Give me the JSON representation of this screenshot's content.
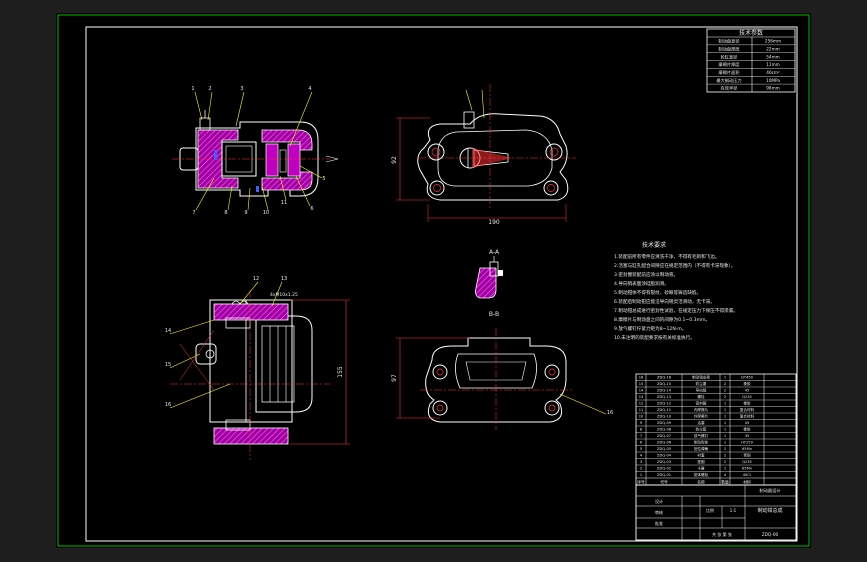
{
  "colors": {
    "background": "#1e1e1e",
    "paper": "#000000",
    "frame": "#ffffff",
    "outer_border": "#00c000",
    "part_outline": "#ffffff",
    "section_fill": "#c000c0",
    "dimension": "#ff3030",
    "leader": "#ffff00",
    "accent_blue": "#4060ff",
    "hatch": "#e040e0"
  },
  "icons": {
    "bolt": "bolt-icon",
    "piston": "piston-icon",
    "caliper_body": "caliper-body-icon"
  },
  "drawing": {
    "dimensions": {
      "front_width": "190",
      "front_height": "92",
      "top_height": "97",
      "side_height": "155"
    },
    "section_labels": {
      "section_a": "A-A",
      "section_b": "B-B"
    },
    "balloons": [
      "1",
      "2",
      "3",
      "4",
      "5",
      "6",
      "7",
      "8",
      "9",
      "10",
      "11",
      "12",
      "13",
      "14",
      "15",
      "16"
    ],
    "side_view_note": "4xM10x1.25"
  },
  "tech_requirements": {
    "title": "技术要求",
    "lines": [
      "1.装配前所有零件应清洗干净，不得有毛刺和飞边。",
      "2.活塞与缸孔配合间隙应在规定范围内（不得有卡滞现象）。",
      "3.密封圈装配前应涂以制动液。",
      "4.导向销表面涂硅脂润滑。",
      "5.制动钳体不得有裂纹、砂眼等铸造缺陷。",
      "6.装配后制动钳应能沿导向销灵活滑动，无卡滞。",
      "7.制动钳总成进行密封性试验，在规定压力下保压不得渗漏。",
      "8.摩擦片与制动盘之间的间隙为0.1~0.3mm。",
      "9.放气螺钉拧紧力矩为8~12N·m。",
      "10.未注明的装配要求按有关标准执行。"
    ]
  },
  "tech_specs": {
    "title": "技术参数",
    "rows": [
      {
        "name": "制动盘直径",
        "value": "256mm"
      },
      {
        "name": "制动盘厚度",
        "value": "22mm"
      },
      {
        "name": "轮缸直径",
        "value": "54mm"
      },
      {
        "name": "摩擦片厚度",
        "value": "11mm"
      },
      {
        "name": "摩擦片面积",
        "value": "46cm²"
      },
      {
        "name": "最大制动压力",
        "value": "10MPa"
      },
      {
        "name": "有效半径",
        "value": "98mm"
      }
    ]
  },
  "bom": {
    "header": {
      "no": "序号",
      "code": "代号",
      "name": "名称",
      "qty": "数量",
      "material": "材料"
    },
    "rows": [
      {
        "no": "16",
        "code": "ZDQ-16",
        "name": "制动钳支架",
        "qty": "1",
        "material": "QT450"
      },
      {
        "no": "15",
        "code": "ZDQ-15",
        "name": "防尘罩",
        "qty": "2",
        "material": "橡胶"
      },
      {
        "no": "14",
        "code": "ZDQ-14",
        "name": "导向销",
        "qty": "2",
        "material": "45"
      },
      {
        "no": "13",
        "code": "ZDQ-13",
        "name": "螺栓",
        "qty": "2",
        "material": "Q235"
      },
      {
        "no": "12",
        "code": "ZDQ-12",
        "name": "密封圈",
        "qty": "1",
        "material": "橡胶"
      },
      {
        "no": "11",
        "code": "ZDQ-11",
        "name": "内摩擦片",
        "qty": "1",
        "material": "复合材料"
      },
      {
        "no": "10",
        "code": "ZDQ-10",
        "name": "外摩擦片",
        "qty": "1",
        "material": "复合材料"
      },
      {
        "no": "9",
        "code": "ZDQ-09",
        "name": "活塞",
        "qty": "1",
        "material": "45"
      },
      {
        "no": "8",
        "code": "ZDQ-08",
        "name": "防尘套",
        "qty": "1",
        "material": "橡胶"
      },
      {
        "no": "7",
        "code": "ZDQ-07",
        "name": "放气螺钉",
        "qty": "1",
        "material": "35"
      },
      {
        "no": "6",
        "code": "ZDQ-06",
        "name": "制动钳体",
        "qty": "1",
        "material": "HT250"
      },
      {
        "no": "5",
        "code": "ZDQ-05",
        "name": "回位弹簧",
        "qty": "2",
        "material": "65Mn"
      },
      {
        "no": "4",
        "code": "ZDQ-04",
        "name": "衬套",
        "qty": "2",
        "material": "青铜"
      },
      {
        "no": "3",
        "code": "ZDQ-03",
        "name": "垫圈",
        "qty": "2",
        "material": "Q235"
      },
      {
        "no": "2",
        "code": "ZDQ-02",
        "name": "卡簧",
        "qty": "1",
        "material": "65Mn"
      },
      {
        "no": "1",
        "code": "ZDQ-01",
        "name": "钳体螺栓",
        "qty": "4",
        "material": "40Cr"
      }
    ]
  },
  "title_block": {
    "drawing_title": "制动钳总成",
    "drawing_number": "ZDQ-00",
    "scale_label": "比例",
    "scale_value": "1:1",
    "sheet_label": "共 张 第 张",
    "designer_label": "设计",
    "checker_label": "审核",
    "approver_label": "批准",
    "company": "制动器设计"
  }
}
